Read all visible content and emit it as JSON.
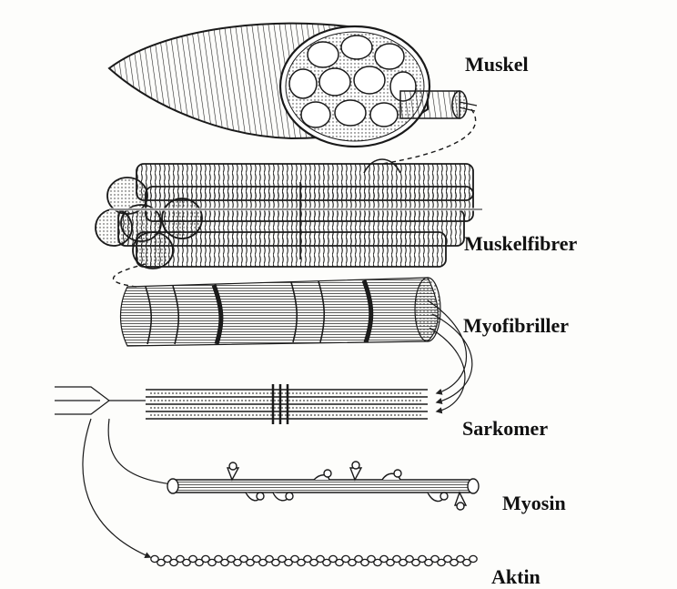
{
  "labels": {
    "muskel": "Muskel",
    "muskelfibrer": "Muskelfibrer",
    "myofibriller": "Myofibriller",
    "sarkomer": "Sarkomer",
    "myosin": "Myosin",
    "aktin": "Aktin"
  },
  "colors": {
    "ink": "#1a1a1a",
    "paper": "#fdfdfb",
    "shade": "#555555"
  }
}
